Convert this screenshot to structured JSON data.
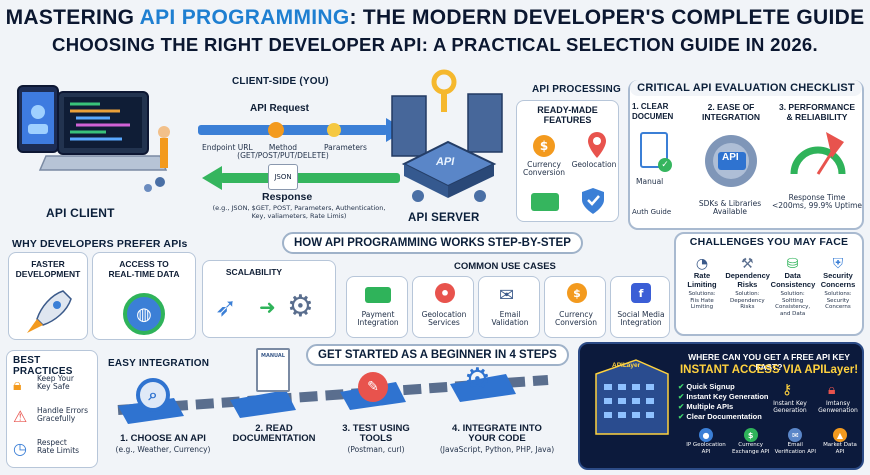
{
  "title": {
    "line1_pre": "MASTERING ",
    "line1_hl": "API PROGRAMMING",
    "line1_post": ": THE MODERN DEVELOPER'S COMPLETE GUIDE",
    "line2": "CHOOSING THE RIGHT DEVELOPER API: A PRACTICAL SELECTION GUIDE IN 2026."
  },
  "flow": {
    "client_side": "CLIENT-SIDE (YOU)",
    "api_request": "API Request",
    "endpoint": "Endpoint URL",
    "method": "Method\n(GET/POST/PUT/DELETE)",
    "parameters": "Parameters",
    "json": "JSON",
    "response": "Response",
    "response_detail": "(e.g., JSON, $GET, POST, Parameters, Authentication,\nKey, valiameters, Rate Limis)",
    "api_client": "API CLIENT",
    "api_server": "API SERVER",
    "api_badge": "API",
    "api_processing": "API PROCESSING",
    "ready_made": "READY-MADE\nFEATURES",
    "currency_conversion": "Currency\nConversion",
    "geolocation": "Geolocation"
  },
  "checklist": {
    "title": "CRITICAL API EVALUATION CHECKLIST",
    "col1_title": "1. CLEAR\nDOCUMEN",
    "col1_a": "Manual",
    "col1_b": "Auth Guide",
    "col2_title": "2. EASE OF\nINTEGRATION",
    "col2_badge": "API",
    "col2_caption": "SDKs & Libraries\nAvailable",
    "col3_title": "3. PERFORMANCE\n& RELIABILITY",
    "col3_caption": "Response Time\n<200ms, 99.9% Uptime"
  },
  "why": {
    "title": "WHY DEVELOPERS PREFER APIs",
    "faster": "FASTER\nDEVELOPMENT",
    "realtime": "ACCESS TO\nREAL-TIME DATA",
    "scalability": "SCALABILITY"
  },
  "how_title": "HOW API PROGRAMMING WORKS STEP-BY-STEP",
  "use_cases": {
    "title": "COMMON USE CASES",
    "items": [
      "Payment\nIntegration",
      "Geolocation\nServices",
      "Email\nValidation",
      "Currency\nConversion",
      "Social Media\nIntegration"
    ]
  },
  "challenges": {
    "title": "CHALLENGES YOU MAY FACE",
    "items": [
      {
        "name": "Rate\nLimiting",
        "sol": "Solutions:\nFiis Hate\nLimiting"
      },
      {
        "name": "Dependency\nRisks",
        "sol": "Solution:\nDependency\nRisks"
      },
      {
        "name": "Data\nConsistency",
        "sol": "Solution:\nSoltting\nConsistency,\nand Data"
      },
      {
        "name": "Security\nConcerns",
        "sol": "Solutions:\nSecurity\nConcerns"
      }
    ]
  },
  "best": {
    "title": "BEST PRACTICES",
    "items": [
      "Keep Your\nKey Safe",
      "Handle Errors\nGracefully",
      "Respect\nRate Limits"
    ]
  },
  "easy": "EASY INTEGRATION",
  "steps_title": "GET STARTED AS A BEGINNER IN 4 STEPS",
  "steps": [
    {
      "title": "1. CHOOSE AN API",
      "sub": "(e.g., Weather, Currency)"
    },
    {
      "title": "2. READ\nDOCUMENTATION",
      "sub": ""
    },
    {
      "title": "3. TEST USING\nTOOLS",
      "sub": "(Postman, curl)"
    },
    {
      "title": "4. INTEGRATE INTO\nYOUR CODE",
      "sub": "(JavaScript, Python, PHP, Java)"
    }
  ],
  "manual_label": "MANUAL",
  "apilayer": {
    "question": "WHERE CAN YOU GET A FREE API KEY FAST?",
    "headline": "INSTANT ACCESS VIA APILayer!",
    "building_sign": "APILayer",
    "checks": [
      "Quick Signup",
      "Instant Key Generation",
      "Multiple APIs",
      "Clear Documentation"
    ],
    "right1": "Instant Key\nGeneration",
    "right2": "Imtansy\nGenwenation",
    "bottom": [
      "IP Geolocation\nAPI",
      "Currency\nExchange API",
      "Email\nVerification API",
      "Market Data\nAPI"
    ]
  },
  "colors": {
    "accent": "#1e7fd1",
    "navy": "#0c1a3c",
    "green": "#2fb35a",
    "orange": "#f39a1e"
  }
}
